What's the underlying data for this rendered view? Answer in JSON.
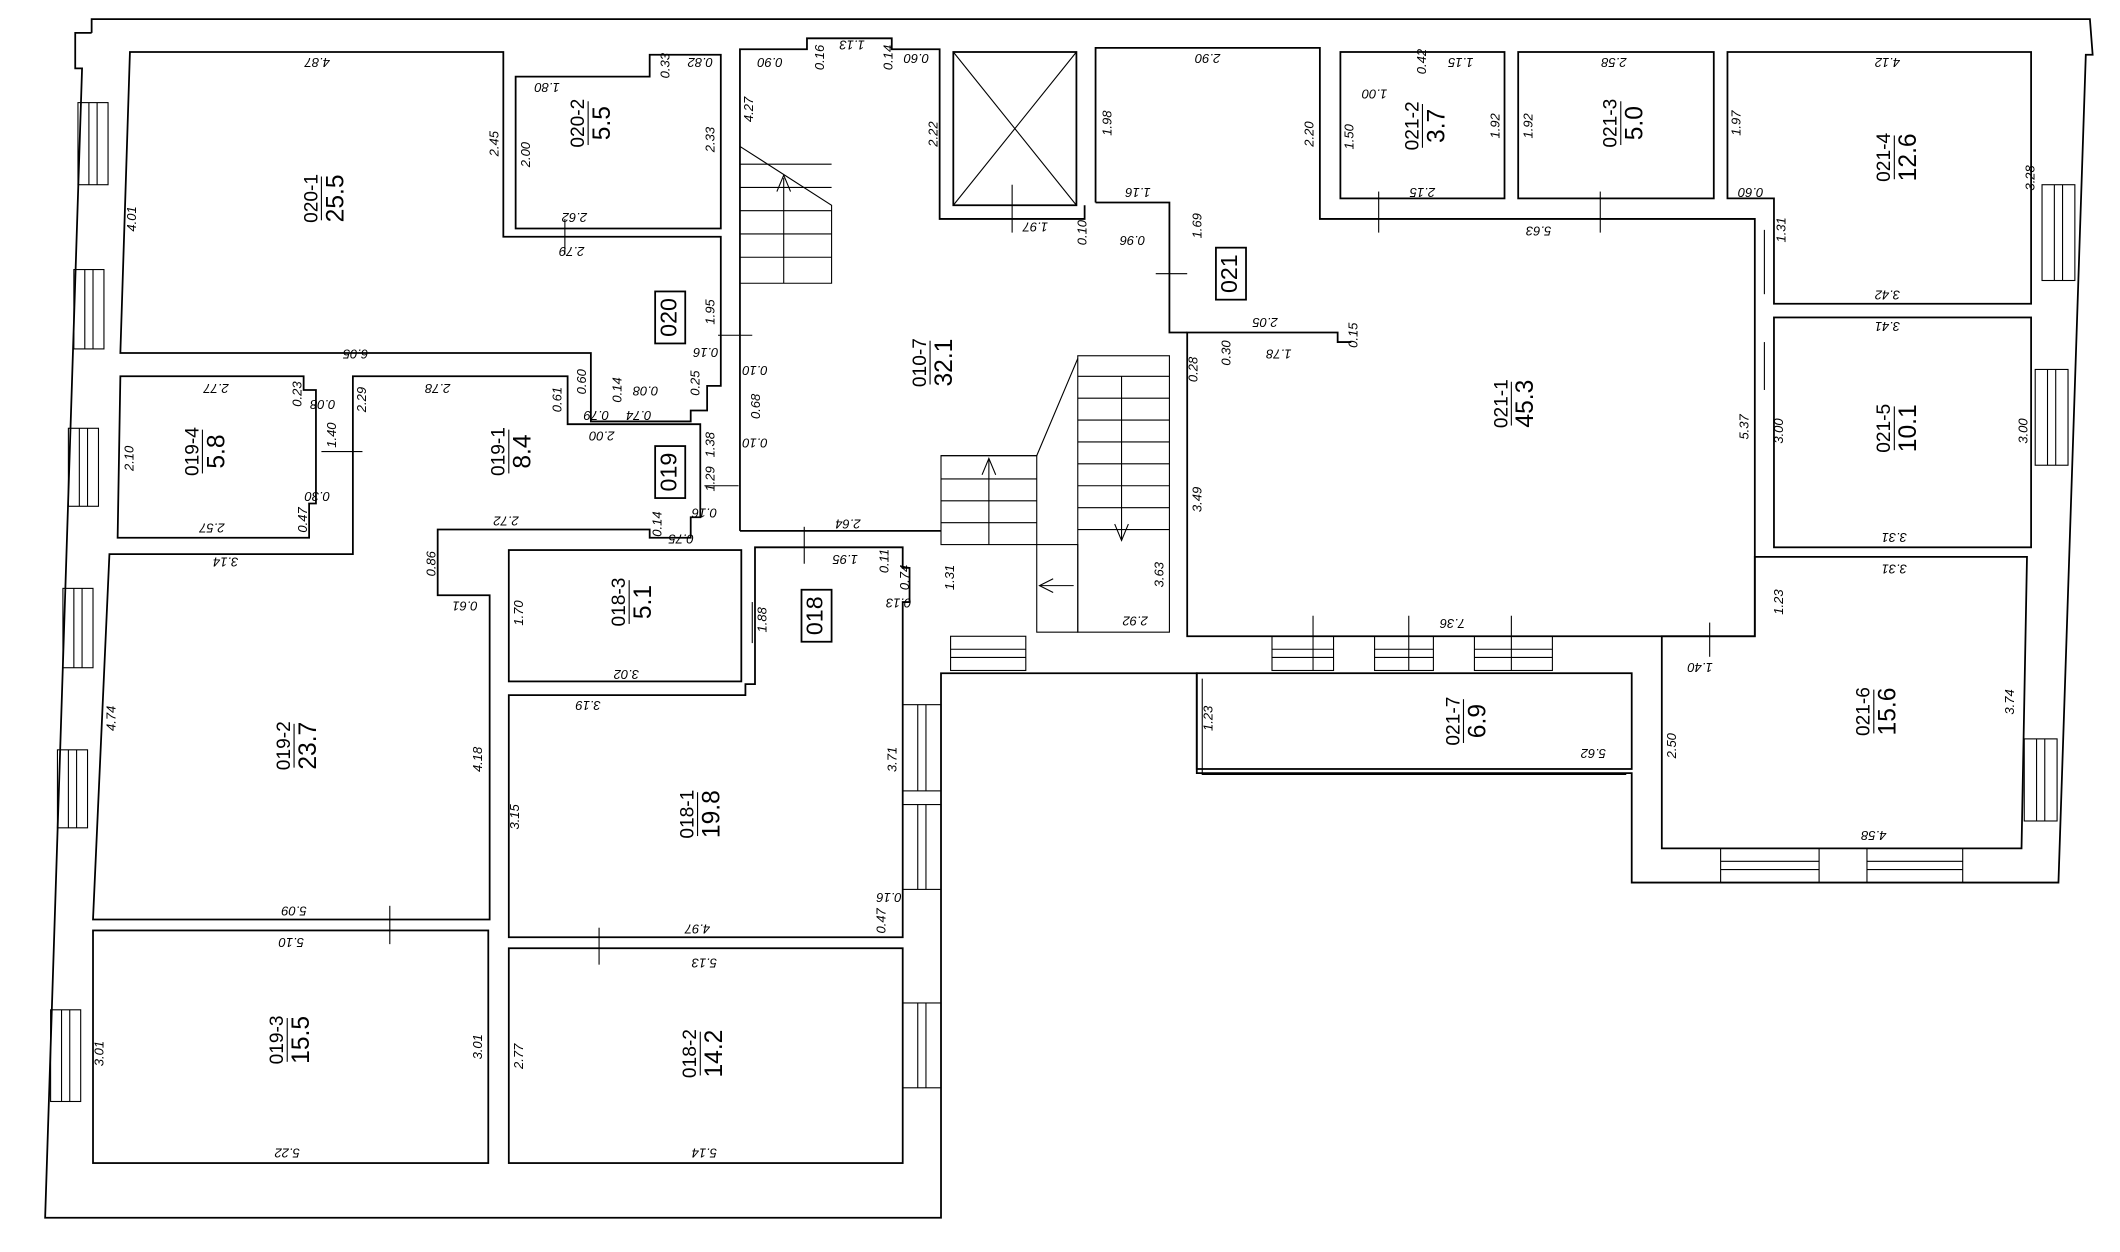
{
  "plan": {
    "sections": [
      "020",
      "019",
      "018",
      "021"
    ],
    "rooms": [
      {
        "id": "020-1",
        "area": "25.5"
      },
      {
        "id": "020-2",
        "area": "5.5"
      },
      {
        "id": "010-7",
        "area": "32.1"
      },
      {
        "id": "019-4",
        "area": "5.8"
      },
      {
        "id": "019-1",
        "area": "8.4"
      },
      {
        "id": "019-2",
        "area": "23.7"
      },
      {
        "id": "019-3",
        "area": "15.5"
      },
      {
        "id": "018-3",
        "area": "5.1"
      },
      {
        "id": "018-1",
        "area": "19.8"
      },
      {
        "id": "018-2",
        "area": "14.2"
      },
      {
        "id": "021-1",
        "area": "45.3"
      },
      {
        "id": "021-2",
        "area": "3.7"
      },
      {
        "id": "021-3",
        "area": "5.0"
      },
      {
        "id": "021-4",
        "area": "12.6"
      },
      {
        "id": "021-5",
        "area": "10.1"
      },
      {
        "id": "021-6",
        "area": "15.6"
      },
      {
        "id": "021-7",
        "area": "6.9"
      }
    ],
    "dimensions": [
      "4.87",
      "1.80",
      "0.82",
      "0.33",
      "2.62",
      "2.79",
      "6.05",
      "2.77",
      "0.23",
      "0.08",
      "2.29",
      "2.78",
      "0.61",
      "0.60",
      "0.79",
      "0.14",
      "0.08",
      "0.74",
      "0.25",
      "0.16",
      "1.95",
      "0.10",
      "0.68",
      "0.10",
      "1.38",
      "1.29",
      "2.00",
      "1.40",
      "0.30",
      "2.10",
      "2.57",
      "0.47",
      "2.72",
      "0.14",
      "0.16",
      "0.75",
      "3.14",
      "0.86",
      "0.61",
      "1.70",
      "1.88",
      "2.64",
      "1.95",
      "0.11",
      "0.74",
      "0.13",
      "1.31",
      "3.63",
      "2.92",
      "4.01",
      "2.45",
      "2.00",
      "2.33",
      "0.90",
      "0.16",
      "1.13",
      "0.14",
      "0.60",
      "4.27",
      "2.22",
      "1.97",
      "0.10",
      "0.96",
      "1.16",
      "1.98",
      "2.90",
      "1.69",
      "2.05",
      "0.15",
      "1.78",
      "0.30",
      "0.28",
      "3.49",
      "7.36",
      "2.20",
      "1.00",
      "0.42",
      "1.15",
      "1.50",
      "1.92",
      "2.15",
      "5.63",
      "2.58",
      "1.92",
      "4.12",
      "1.97",
      "0.60",
      "3.28",
      "1.31",
      "3.42",
      "3.41",
      "5.37",
      "3.00",
      "3.00",
      "3.31",
      "3.31",
      "1.23",
      "1.40",
      "2.50",
      "3.74",
      "4.58",
      "1.23",
      "5.62",
      "3.19",
      "3.02",
      "4.74",
      "4.18",
      "3.15",
      "3.71",
      "0.16",
      "0.47",
      "4.97",
      "5.09",
      "5.10",
      "5.13",
      "3.01",
      "3.01",
      "2.77",
      "5.22",
      "5.14"
    ]
  }
}
